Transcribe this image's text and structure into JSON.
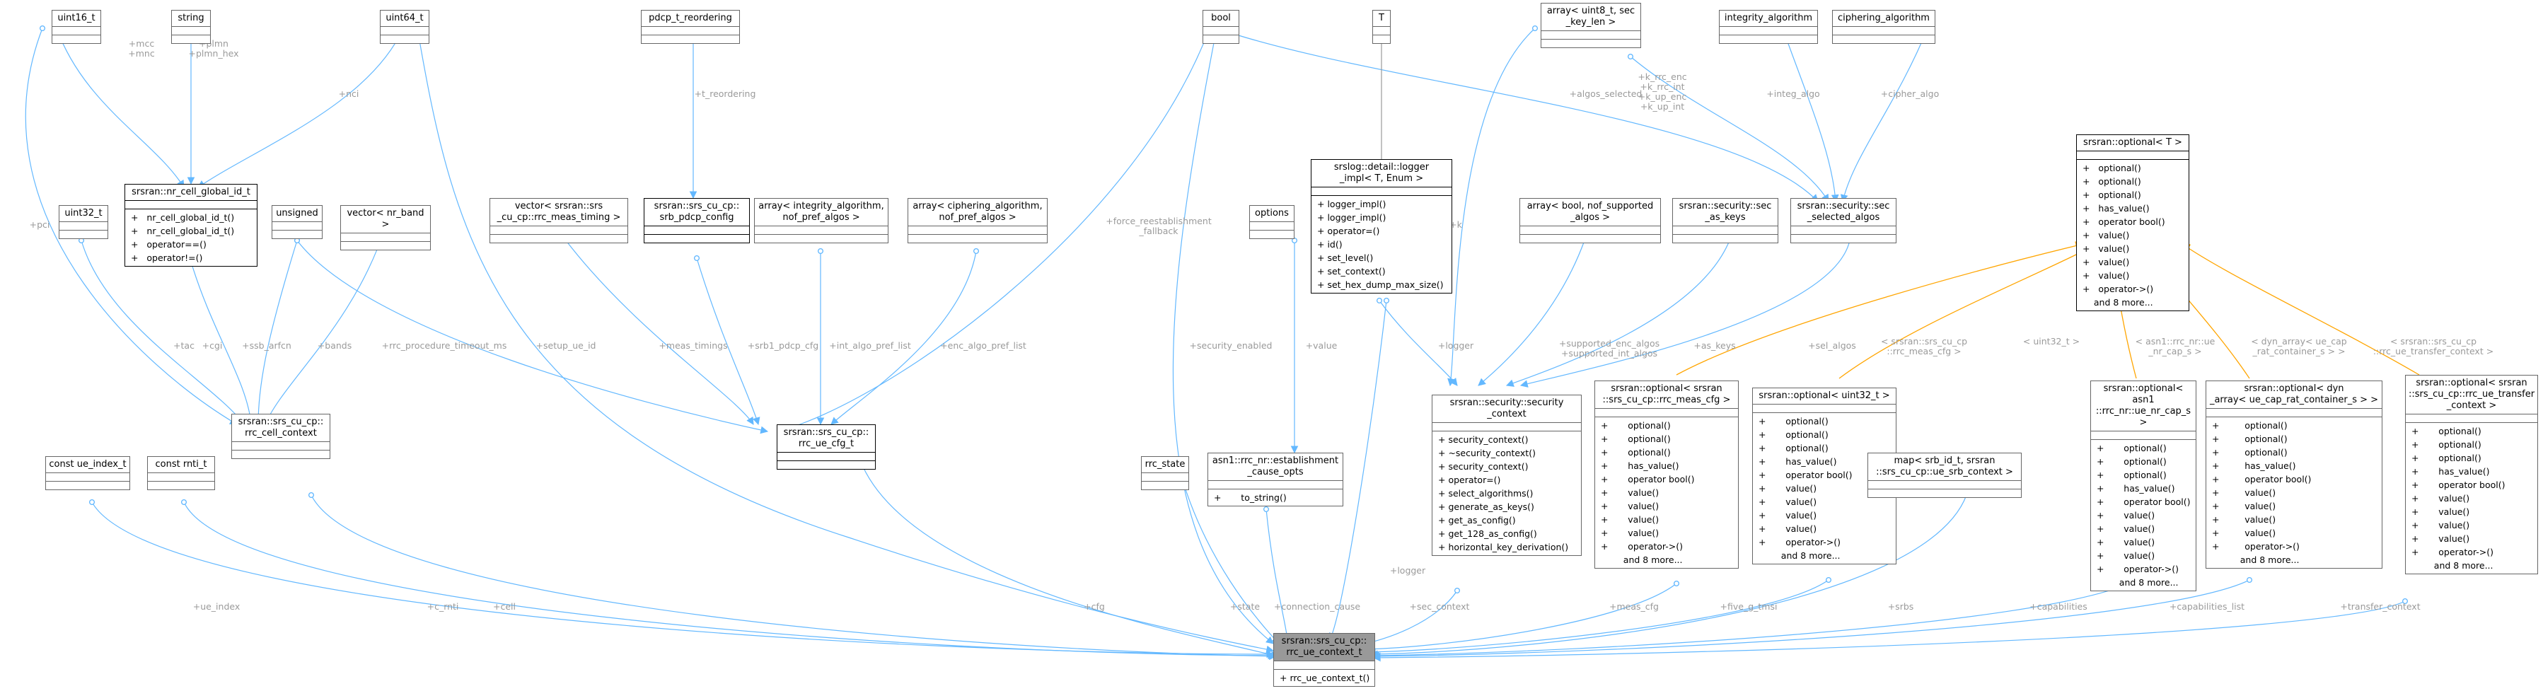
{
  "colors": {
    "usage_edge": "#63b8ff",
    "template_edge": "#ffa500",
    "inherit_edge": "#9a9a9a",
    "label": "#9a9a9a",
    "target_fill": "#999999"
  },
  "nodes": {
    "uint16_t": {
      "title": "uint16_t"
    },
    "string": {
      "title": "string"
    },
    "uint64_t": {
      "title": "uint64_t"
    },
    "pdcp_t_reordering": {
      "title": "pdcp_t_reordering"
    },
    "bool": {
      "title": "bool"
    },
    "T": {
      "title": "T"
    },
    "array_uint8": {
      "title": "array< uint8_t, sec\n_key_len >"
    },
    "integrity_algorithm": {
      "title": "integrity_algorithm"
    },
    "ciphering_algorithm": {
      "title": "ciphering_algorithm"
    },
    "nr_cell_global_id": {
      "title": "srsran::nr_cell_global_id_t",
      "members": [
        "+   nr_cell_global_id_t()",
        "+   nr_cell_global_id_t()",
        "+   operator==()",
        "+   operator!=()"
      ]
    },
    "uint32_t": {
      "title": "uint32_t"
    },
    "unsigned": {
      "title": "unsigned"
    },
    "vector_nr_band": {
      "title": "vector< nr_band >"
    },
    "vector_meas_timing": {
      "title": "vector< srsran::srs\n_cu_cp::rrc_meas_timing >"
    },
    "srb_pdcp_config": {
      "title": "srsran::srs_cu_cp::\nsrb_pdcp_config"
    },
    "array_integrity": {
      "title": "array< integrity_algorithm,\n nof_pref_algos >"
    },
    "array_ciphering": {
      "title": "array< ciphering_algorithm,\n nof_pref_algos >"
    },
    "options": {
      "title": "options"
    },
    "logger_impl": {
      "title": "srslog::detail::logger\n_impl< T, Enum >",
      "members": [
        "+ logger_impl()",
        "+ logger_impl()",
        "+ operator=()",
        "+ id()",
        "+ set_level()",
        "+ set_context()",
        "+ set_hex_dump_max_size()"
      ]
    },
    "array_bool": {
      "title": "array< bool, nof_supported\n_algos >"
    },
    "sec_as_keys": {
      "title": "srsran::security::sec\n_as_keys"
    },
    "sec_selected_algos": {
      "title": "srsran::security::sec\n_selected_algos"
    },
    "optional_T": {
      "title": "srsran::optional< T >",
      "members": [
        "+   optional()",
        "+   optional()",
        "+   optional()",
        "+   has_value()",
        "+   operator bool()",
        "+   value()",
        "+   value()",
        "+   value()",
        "+   value()",
        "+   operator->()",
        "    and 8 more..."
      ]
    },
    "const_ue_index": {
      "title": "const ue_index_t"
    },
    "const_rnti": {
      "title": "const rnti_t"
    },
    "rrc_cell_context": {
      "title": "srsran::srs_cu_cp::\nrrc_cell_context"
    },
    "rrc_ue_cfg": {
      "title": "srsran::srs_cu_cp::\nrrc_ue_cfg_t"
    },
    "rrc_state": {
      "title": "rrc_state"
    },
    "establishment_cause": {
      "title": "asn1::rrc_nr::establishment\n_cause_opts",
      "members": [
        "+       to_string()"
      ]
    },
    "security_context": {
      "title": "srsran::security::security\n_context",
      "members": [
        "+ security_context()",
        "+ ~security_context()",
        "+ security_context()",
        "+ operator=()",
        "+ select_algorithms()",
        "+ generate_as_keys()",
        "+ get_as_config()",
        "+ get_128_as_config()",
        "+ horizontal_key_derivation()"
      ]
    },
    "opt_meas_cfg": {
      "title": "srsran::optional< srsran\n::srs_cu_cp::rrc_meas_cfg >",
      "members": [
        "+       optional()",
        "+       optional()",
        "+       optional()",
        "+       has_value()",
        "+       operator bool()",
        "+       value()",
        "+       value()",
        "+       value()",
        "+       value()",
        "+       operator->()",
        "        and 8 more..."
      ]
    },
    "opt_uint32": {
      "title": "srsran::optional< uint32_t >",
      "members": [
        "+       optional()",
        "+       optional()",
        "+       optional()",
        "+       has_value()",
        "+       operator bool()",
        "+       value()",
        "+       value()",
        "+       value()",
        "+       value()",
        "+       operator->()",
        "        and 8 more..."
      ]
    },
    "map_srb": {
      "title": "map< srb_id_t, srsran\n::srs_cu_cp::ue_srb_context >"
    },
    "opt_nr_cap": {
      "title": "srsran::optional< asn1\n::rrc_nr::ue_nr_cap_s >",
      "members": [
        "+       optional()",
        "+       optional()",
        "+       optional()",
        "+       has_value()",
        "+       operator bool()",
        "+       value()",
        "+       value()",
        "+       value()",
        "+       value()",
        "+       operator->()",
        "        and 8 more..."
      ]
    },
    "opt_dyn_array": {
      "title": "srsran::optional< dyn\n_array< ue_cap_rat_container_s > >",
      "members": [
        "+         optional()",
        "+         optional()",
        "+         optional()",
        "+         has_value()",
        "+         operator bool()",
        "+         value()",
        "+         value()",
        "+         value()",
        "+         value()",
        "+         operator->()",
        "          and 8 more..."
      ]
    },
    "opt_transfer": {
      "title": "srsran::optional< srsran\n::srs_cu_cp::rrc_ue_transfer\n_context >",
      "members": [
        "+       optional()",
        "+       optional()",
        "+       optional()",
        "+       has_value()",
        "+       operator bool()",
        "+       value()",
        "+       value()",
        "+       value()",
        "+       value()",
        "+       operator->()",
        "        and 8 more..."
      ]
    },
    "rrc_ue_context": {
      "title": "srsran::srs_cu_cp::\nrrc_ue_context_t",
      "members": [
        "+ rrc_ue_context_t()"
      ]
    }
  },
  "edge_labels": {
    "mcc_mnc": "+mcc\n+mnc",
    "plmn": "+plmn\n+plmn_hex",
    "nci": "+nci",
    "t_reordering": "+t_reordering",
    "algos_selected": "+algos_selected",
    "k_keys": "+k_rrc_enc\n+k_rrc_int\n+k_up_enc\n+k_up_int",
    "integ_algo": "+integ_algo",
    "cipher_algo": "+cipher_algo",
    "pci": "+pci",
    "force_reest": "+force_reestablishment\n_fallback",
    "k": "+k",
    "tac": "+tac",
    "cgi": "+cgi",
    "ssb_arfcn": "+ssb_arfcn",
    "bands": "+bands",
    "rrc_proc_timeout": "+rrc_procedure_timeout_ms",
    "setup_ue_id": "+setup_ue_id",
    "meas_timings": "+meas_timings",
    "srb1_pdcp_cfg": "+srb1_pdcp_cfg",
    "int_algo_pref_list": "+int_algo_pref_list",
    "enc_algo_pref_list": "+enc_algo_pref_list",
    "security_enabled": "+security_enabled",
    "value": "+value",
    "logger_top": "+logger",
    "supported_algos": "+supported_enc_algos\n+supported_int_algos",
    "as_keys": "+as_keys",
    "sel_algos": "+sel_algos",
    "tmpl_meas_cfg": "< srsran::srs_cu_cp\n::rrc_meas_cfg >",
    "tmpl_uint32": "< uint32_t >",
    "tmpl_nr_cap": "< asn1::rrc_nr::ue\n_nr_cap_s >",
    "tmpl_dyn_array": "< dyn_array< ue_cap\n_rat_container_s > >",
    "tmpl_transfer": "< srsran::srs_cu_cp\n::rrc_ue_transfer_context >",
    "ue_index": "+ue_index",
    "c_rnti": "+c_rnti",
    "cell": "+cell",
    "cfg": "+cfg",
    "state": "+state",
    "connection_cause": "+connection_cause",
    "logger_bottom": "+logger",
    "sec_context": "+sec_context",
    "meas_cfg": "+meas_cfg",
    "five_g_tmsi": "+five_g_tmsi",
    "srbs": "+srbs",
    "capabilities": "+capabilities",
    "capabilities_list": "+capabilities_list",
    "transfer_context": "+transfer_context"
  }
}
